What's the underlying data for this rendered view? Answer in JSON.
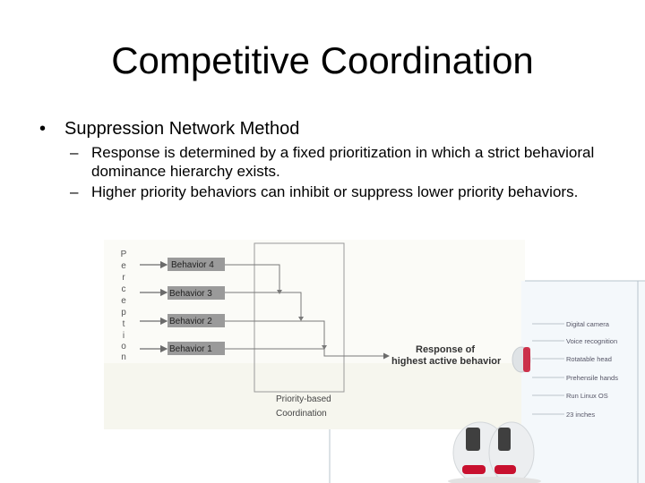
{
  "slide": {
    "title": "Competitive Coordination",
    "bullet": "Suppression Network Method",
    "sub_bullets": [
      "Response is determined by a fixed prioritization in which a strict behavioral dominance hierarchy exists.",
      "Higher priority behaviors can inhibit or suppress lower priority behaviors."
    ]
  },
  "diagram": {
    "perception_letters": [
      "P",
      "e",
      "r",
      "c",
      "e",
      "p",
      "t",
      "i",
      "o",
      "n"
    ],
    "behaviors": [
      "Behavior 4",
      "Behavior 3",
      "Behavior 2",
      "Behavior 1"
    ],
    "response_lines": [
      "Response of",
      "highest active behavior"
    ],
    "coordination_lines": [
      "Priority-based",
      "Coordination"
    ]
  },
  "robot_labels": [
    "Digital camera",
    "Voice recognition",
    "Rotatable head",
    "Prehensile hands",
    "Run Linux OS",
    "23 inches"
  ],
  "colors": {
    "box_fill": "#9a9a9a",
    "line": "#6b6b6b",
    "panel_edge": "#b8c4cc"
  }
}
